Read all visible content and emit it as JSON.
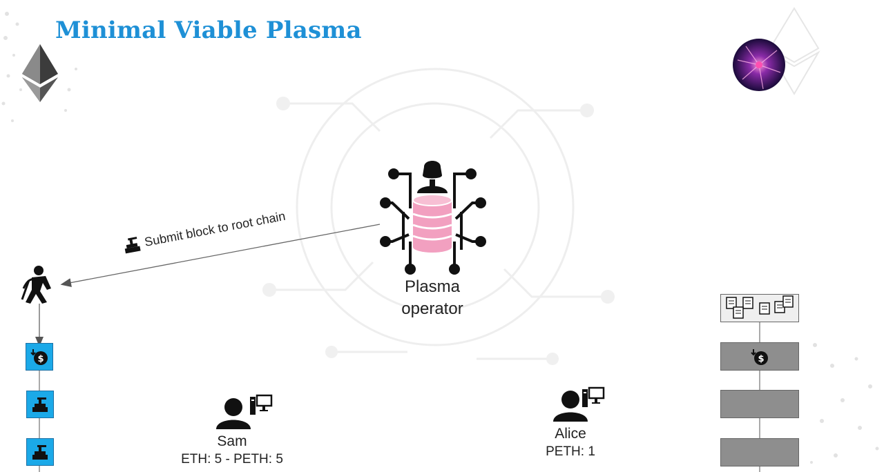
{
  "slide": {
    "title": "Minimal Viable Plasma"
  },
  "operator": {
    "label": "Plasma\noperator"
  },
  "arrow": {
    "label": "Submit block to root chain"
  },
  "users": [
    {
      "name": "Sam",
      "balance": "ETH: 5 - PETH: 5"
    },
    {
      "name": "Alice",
      "balance": "PETH: 1"
    }
  ],
  "icons": {
    "ethereum": "ethereum-logo-icon",
    "plasma_ball": "plasma-ball-icon",
    "miner": "miner-icon",
    "deposit": "deposit-coin-icon",
    "submit": "plunger-submit-icon",
    "user": "person-icon",
    "computer": "desktop-computer-icon",
    "transactions": "documents-icon"
  },
  "colors": {
    "title": "#1e90d6",
    "root_chain_block": "#1ba9e8",
    "plasma_chain_block": "#8e8e8e",
    "database": "#f2a0c0"
  }
}
